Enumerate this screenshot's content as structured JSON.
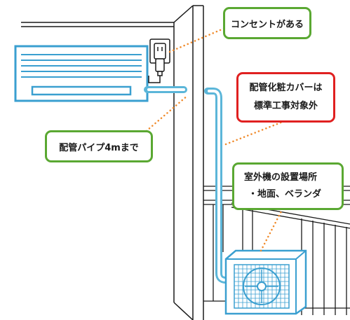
{
  "callouts": {
    "outlet": "コンセントがある",
    "pipe": "配管パイプ4mまで",
    "cover_line1": "配管化粧カバーは",
    "cover_line2": "標準工事対象外",
    "unit_line1": "室外機の設置場所",
    "unit_line2": "・地面、ベランダ"
  },
  "colors": {
    "line": "#1a1a1a",
    "pipe": "#5bb6d9",
    "indoor_unit": "#3a9fd0",
    "dots": "#f08a2a",
    "green_border": "#5aa832",
    "red_border": "#e02020"
  }
}
